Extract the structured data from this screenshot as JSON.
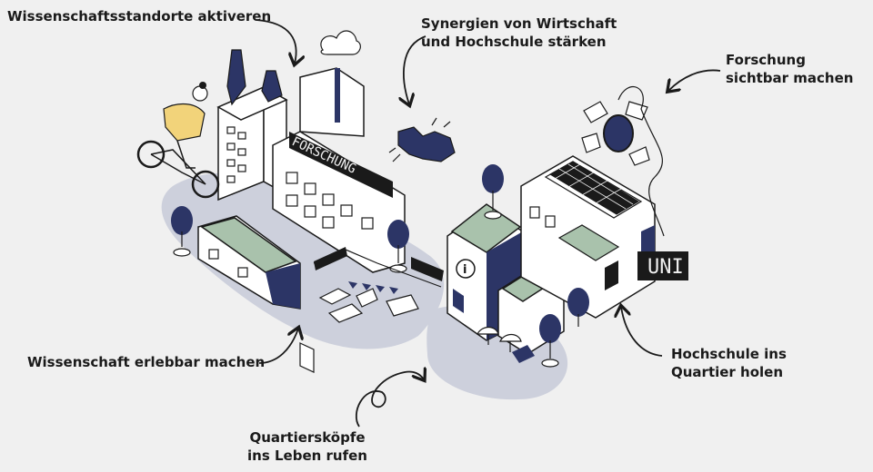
{
  "captions": {
    "activate": "Wissenschaftsstandorte aktiveren",
    "synergy": [
      "Synergien von Wirtschaft",
      "und Hochschule stärken"
    ],
    "research_visible": [
      "Forschung",
      "sichtbar machen"
    ],
    "experience": "Wissenschaft erlebbar machen",
    "uni_quarter": [
      "Hochschule ins",
      "Quartier holen"
    ],
    "quarter_heads": [
      "Quartiersköpfe",
      "ins Leben rufen"
    ]
  },
  "signs": {
    "forschung": "FORSCHUNG",
    "uni": "UNI",
    "info": "i"
  },
  "colors": {
    "navy": "#2c3566",
    "green": "#a9c2ac",
    "yellow": "#f2d37a",
    "blob": "#cdd0dc",
    "outline": "#1a1a1a",
    "background": "#f0f0f0"
  }
}
